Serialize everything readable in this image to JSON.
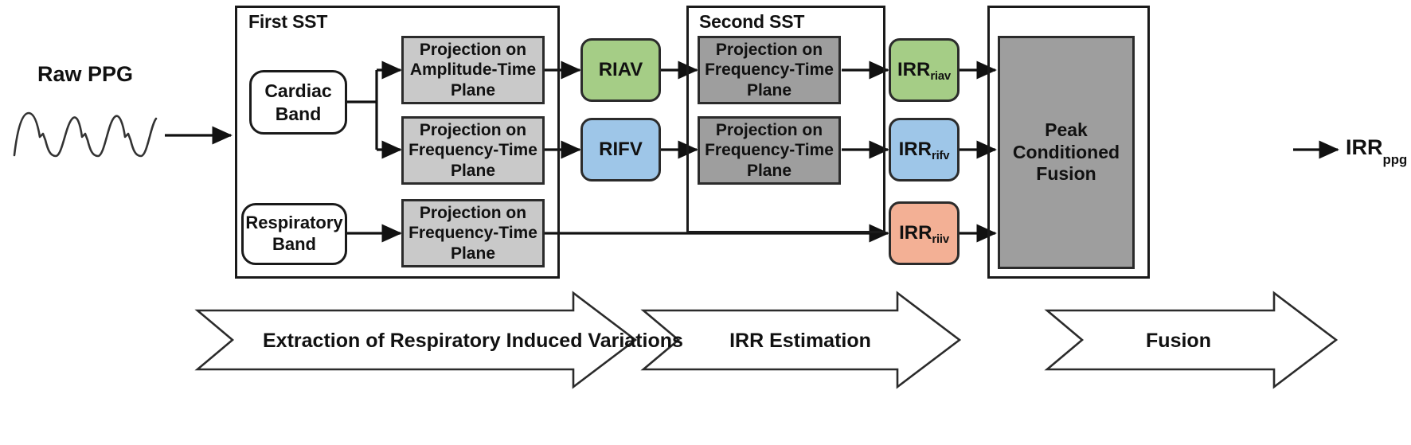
{
  "diagram": {
    "title": "PPG respiratory rate estimation pipeline",
    "input": {
      "label": "Raw PPG",
      "waveform_icon": "ppg-waveform-icon"
    },
    "output": {
      "label": "IRR",
      "subscript": "ppg"
    },
    "groups": [
      {
        "id": "first-sst",
        "title": "First SST"
      },
      {
        "id": "second-sst",
        "title": "Second SST"
      },
      {
        "id": "fusion-group",
        "title": ""
      }
    ],
    "bands": [
      {
        "id": "cardiac-band",
        "line1": "Cardiac",
        "line2": "Band"
      },
      {
        "id": "respiratory-band",
        "line1": "Respiratory",
        "line2": "Band"
      }
    ],
    "processes": [
      {
        "id": "proj-amplitude-time",
        "line1": "Projection on",
        "line2": "Amplitude-Time",
        "line3": "Plane",
        "shade": "light"
      },
      {
        "id": "proj-frequency-time-1",
        "line1": "Projection on",
        "line2": "Frequency-Time",
        "line3": "Plane",
        "shade": "light"
      },
      {
        "id": "proj-frequency-time-2",
        "line1": "Projection on",
        "line2": "Frequency-Time",
        "line3": "Plane",
        "shade": "light"
      },
      {
        "id": "proj-frequency-time-3",
        "line1": "Projection on",
        "line2": "Frequency-Time",
        "line3": "Plane",
        "shade": "dark"
      },
      {
        "id": "proj-frequency-time-4",
        "line1": "Projection on",
        "line2": "Frequency-Time",
        "line3": "Plane",
        "shade": "dark"
      }
    ],
    "fusion": {
      "id": "peak-conditioned-fusion",
      "line1": "Peak",
      "line2": "Conditioned",
      "line3": "Fusion"
    },
    "signals": [
      {
        "id": "riav",
        "label": "RIAV",
        "subscript": "",
        "color": "#a5cd86"
      },
      {
        "id": "rifv",
        "label": "RIFV",
        "subscript": "",
        "color": "#9ec6e8"
      },
      {
        "id": "irr-riav",
        "label": "IRR",
        "subscript": "riav",
        "color": "#a5cd86"
      },
      {
        "id": "irr-rifv",
        "label": "IRR",
        "subscript": "rifv",
        "color": "#9ec6e8"
      },
      {
        "id": "irr-riiv",
        "label": "IRR",
        "subscript": "riiv",
        "color": "#f3b095"
      }
    ],
    "stages": [
      {
        "id": "stage-extraction",
        "label": "Extraction of Respiratory Induced Variations"
      },
      {
        "id": "stage-irr-estimation",
        "label": "IRR Estimation"
      },
      {
        "id": "stage-fusion",
        "label": "Fusion"
      }
    ],
    "colors": {
      "green": "#a5cd86",
      "blue": "#9ec6e8",
      "orange": "#f3b095",
      "gray_light": "#c9c9c9",
      "gray_dark": "#9e9e9e",
      "stroke": "#1a1a1a",
      "background": "#ffffff"
    }
  }
}
